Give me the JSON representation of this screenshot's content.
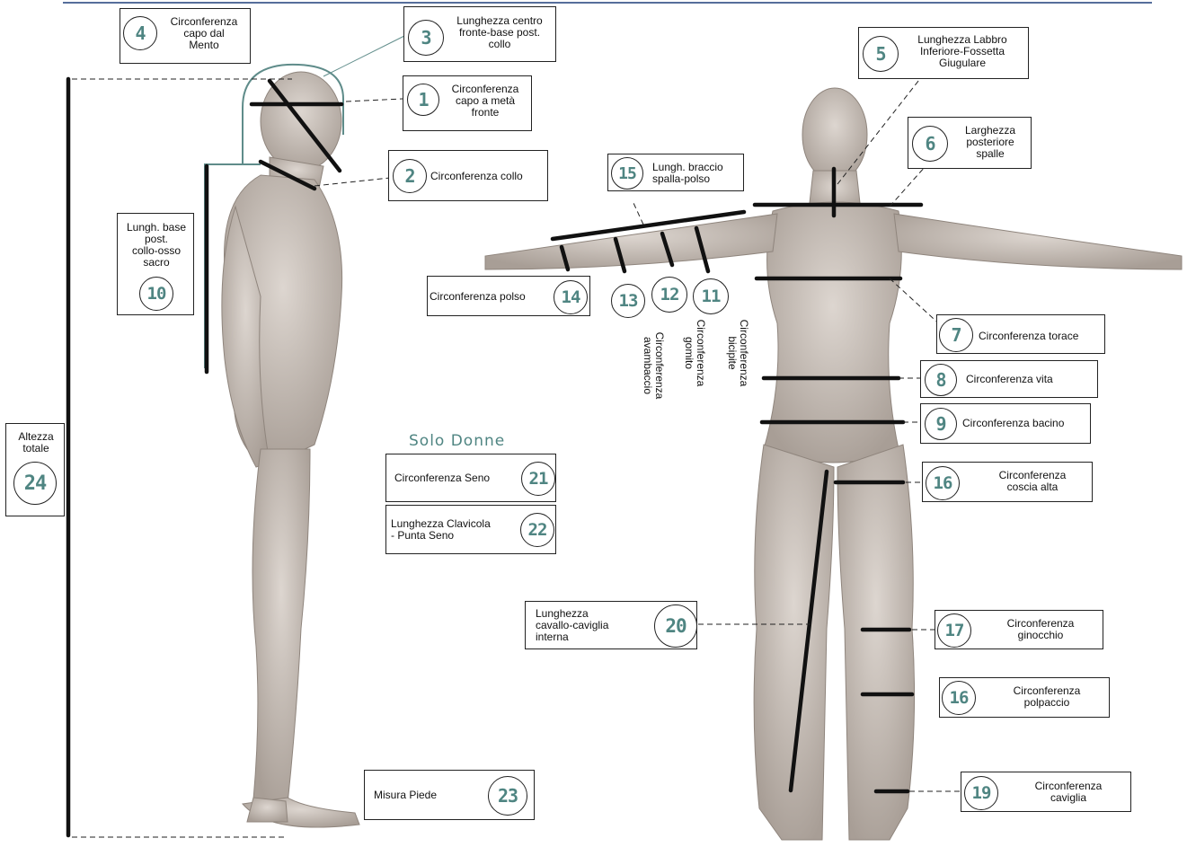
{
  "solo_donne": "Solo Donne",
  "labels": {
    "m1": {
      "num": "1",
      "text": "Circonferenza\ncapo a metà\nfronte"
    },
    "m2": {
      "num": "2",
      "text": "Circonferenza collo"
    },
    "m3": {
      "num": "3",
      "text": "Lunghezza centro\nfronte-base post.\ncollo"
    },
    "m4": {
      "num": "4",
      "text": "Circonferenza\ncapo dal\nMento"
    },
    "m5": {
      "num": "5",
      "text": "Lunghezza Labbro\nInferiore-Fossetta\nGiugulare"
    },
    "m6": {
      "num": "6",
      "text": "Larghezza\nposteriore\nspalle"
    },
    "m7": {
      "num": "7",
      "text": "Circonferenza torace"
    },
    "m8": {
      "num": "8",
      "text": "Circonferenza vita"
    },
    "m9": {
      "num": "9",
      "text": "Circonferenza bacino"
    },
    "m10": {
      "num": "10",
      "text": "Lungh. base\npost.\ncollo-osso\nsacro"
    },
    "m11": {
      "num": "11",
      "text": "Circonferenza\nbicipite"
    },
    "m12": {
      "num": "12",
      "text": "Circonferenza\ngomito"
    },
    "m13": {
      "num": "13",
      "text": "Circonferenza\navambaccio"
    },
    "m14": {
      "num": "14",
      "text": "Circonferenza polso"
    },
    "m15": {
      "num": "15",
      "text": "Lungh. braccio\nspalla-polso"
    },
    "m16a": {
      "num": "16",
      "text": "Circonferenza\ncoscia alta"
    },
    "m16b": {
      "num": "16",
      "text": "Circonferenza\npolpaccio"
    },
    "m17": {
      "num": "17",
      "text": "Circonferenza\nginocchio"
    },
    "m19": {
      "num": "19",
      "text": "Circonferenza\ncaviglia"
    },
    "m20": {
      "num": "20",
      "text": "Lunghezza\ncavallo-caviglia\ninterna"
    },
    "m21": {
      "num": "21",
      "text": "Circonferenza Seno"
    },
    "m22": {
      "num": "22",
      "text": "Lunghezza Clavicola\n - Punta Seno"
    },
    "m23": {
      "num": "23",
      "text": "Misura Piede"
    },
    "m24": {
      "num": "24",
      "text": "Altezza\ntotale"
    }
  },
  "colors": {
    "accent": "#4f8582",
    "frame_line": "#1f3f7a",
    "body": "#c9c1ba",
    "ink": "#111111"
  }
}
